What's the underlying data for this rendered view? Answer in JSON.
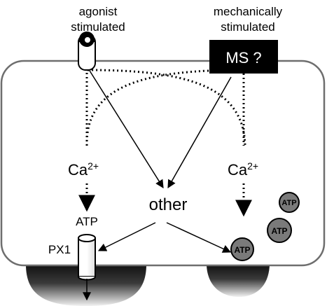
{
  "labels": {
    "agonist_line1": "agonist",
    "agonist_line2": "stimulated",
    "mechanical_line1": "mechanically",
    "mechanical_line2": "stimulated",
    "ms_box": "MS ?",
    "ca_left_base": "Ca",
    "ca_left_sup": "2+",
    "ca_right_base": "Ca",
    "ca_right_sup": "2+",
    "other": "other",
    "atp_label": "ATP",
    "px1": "PX1",
    "vesicle_atp": "ATP",
    "vesicle_atp_upper": "ATP",
    "vesicle_atp_lower": "ATP"
  },
  "colors": {
    "stroke": "#000000",
    "ms_box_fill": "#000000",
    "ms_box_text": "#ffffff",
    "vesicle_fill": "#7a7a7a",
    "cell_outline": "#6e6e6e",
    "shadow_dark": "#111111",
    "shadow_light": "#f2f2f2"
  },
  "icons": {
    "receptor": "agonist-receptor-icon",
    "channel": "px1-channel-icon",
    "ligand": "agonist-ligand-icon"
  }
}
